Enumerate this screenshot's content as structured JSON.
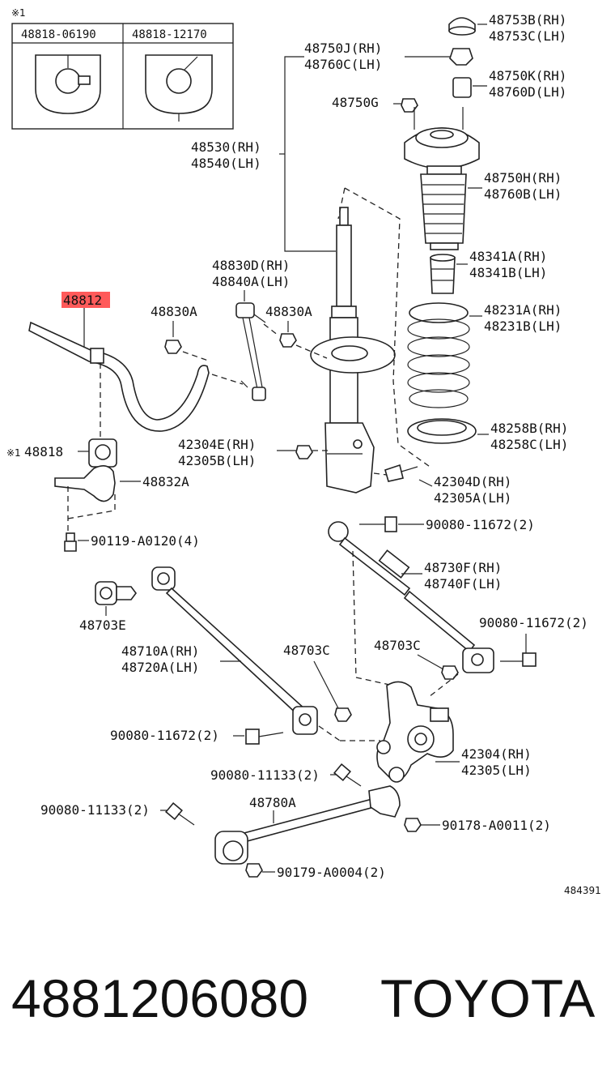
{
  "inset": {
    "note_mark": "※1",
    "parts": [
      "48818-06190",
      "48818-12170"
    ]
  },
  "labels": {
    "p48753": [
      "48753B(RH)",
      "48753C(LH)"
    ],
    "p48750j": [
      "48750J(RH)",
      "48760C(LH)"
    ],
    "p48750k": [
      "48750K(RH)",
      "48760D(LH)"
    ],
    "p48750g": "48750G",
    "p48530": [
      "48530(RH)",
      "48540(LH)"
    ],
    "p48750h": [
      "48750H(RH)",
      "48760B(LH)"
    ],
    "p48341": [
      "48341A(RH)",
      "48341B(LH)"
    ],
    "p48830d": [
      "48830D(RH)",
      "48840A(LH)"
    ],
    "p48812": "48812",
    "p48830a_left": "48830A",
    "p48830a_right": "48830A",
    "p48231": [
      "48231A(RH)",
      "48231B(LH)"
    ],
    "p48258": [
      "48258B(RH)",
      "48258C(LH)"
    ],
    "p48818": "48818",
    "p48818_mark": "※1",
    "p42304e": [
      "42304E(RH)",
      "42305B(LH)"
    ],
    "p48832a": "48832A",
    "p42304d": [
      "42304D(RH)",
      "42305A(LH)"
    ],
    "p90080_11672_a": "90080-11672(2)",
    "p90119": "90119-A0120(4)",
    "p48730f": [
      "48730F(RH)",
      "48740F(LH)"
    ],
    "p48703e": "48703E",
    "p90080_11672_b": "90080-11672(2)",
    "p48710a": [
      "48710A(RH)",
      "48720A(LH)"
    ],
    "p48703c_left": "48703C",
    "p48703c_right": "48703C",
    "p90080_11672_c": "90080-11672(2)",
    "p42304": [
      "42304(RH)",
      "42305(LH)"
    ],
    "p90080_11133_a": "90080-11133(2)",
    "p48780a": "48780A",
    "p90080_11133_b": "90080-11133(2)",
    "p90178": "90178-A0011(2)",
    "p90179": "90179-A0004(2)"
  },
  "diagram_id": "484391",
  "footer": {
    "part_number": "4881206080",
    "brand": "TOYOTA"
  },
  "colors": {
    "highlight": "#ff5a5a",
    "ink": "#111111"
  }
}
